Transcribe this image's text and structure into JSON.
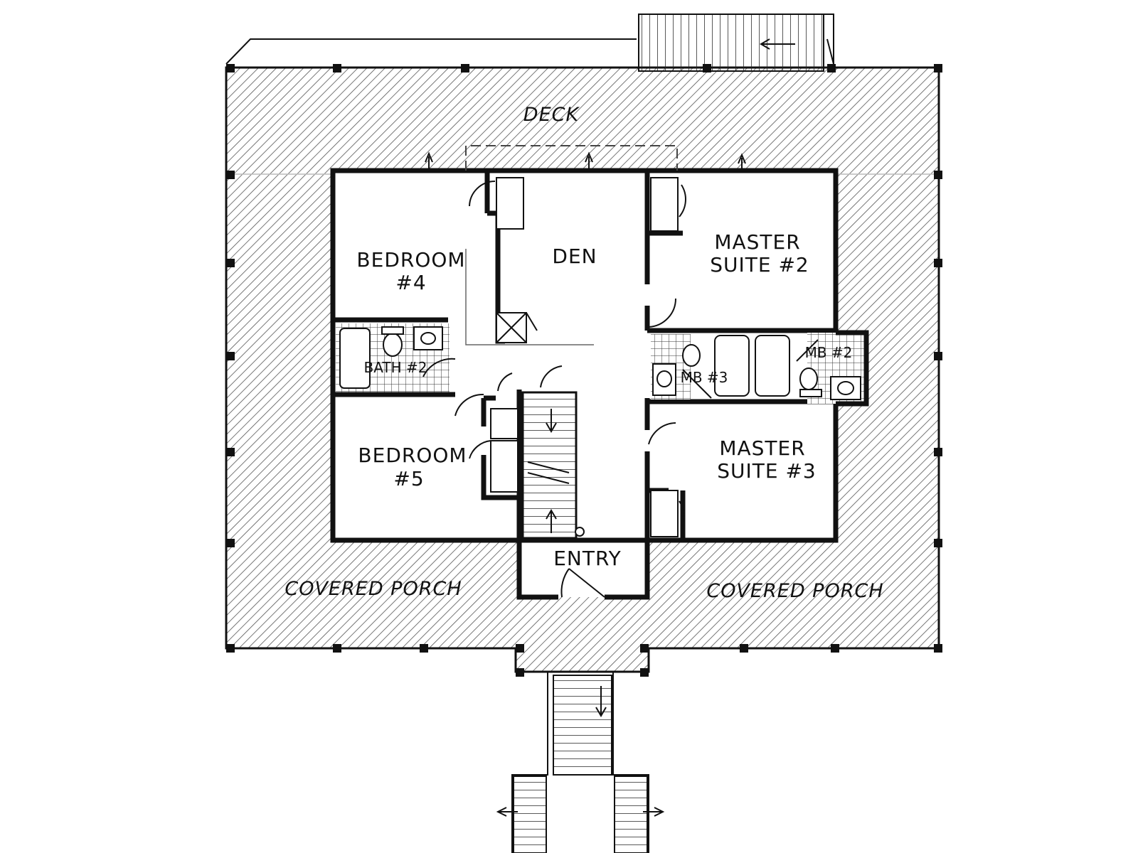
{
  "rooms": {
    "deck": "DECK",
    "den": "DEN",
    "bedroom4_line1": "BEDROOM",
    "bedroom4_line2": "#4",
    "bedroom5_line1": "BEDROOM",
    "bedroom5_line2": "#5",
    "master2_line1": "MASTER",
    "master2_line2": "SUITE #2",
    "master3_line1": "MASTER",
    "master3_line2": "SUITE #3",
    "bath2": "BATH #2",
    "mb3": "MB #3",
    "mb2": "MB #2",
    "entry": "ENTRY",
    "porch_left": "COVERED PORCH",
    "porch_right": "COVERED PORCH"
  },
  "colors": {
    "line": "#111111",
    "hatch": "#555555",
    "background": "#ffffff"
  }
}
